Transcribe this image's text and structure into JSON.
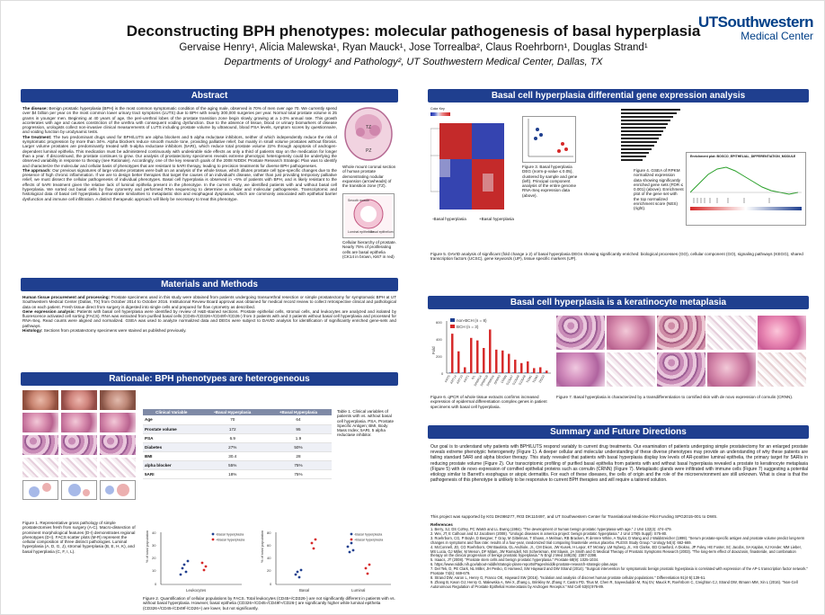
{
  "title": "Deconstructing BPH phenotypes: molecular pathogenesis of basal hyperplasia",
  "authors": "Gervaise Henry¹, Alicia Malewska¹, Ryan Mauck¹, Jose Torrealba², Claus Roehrborn¹, Douglas Strand¹",
  "affiliations": "Departments of Urology¹ and Pathology², UT Southwestern Medical Center, Dallas, TX",
  "logo": {
    "line1": "UTSouthwestern",
    "line2": "Medical Center"
  },
  "sections": {
    "abstract": "Abstract",
    "methods": "Materials and Methods",
    "rationale": "Rationale: BPH phenotypes are heterogeneous",
    "dge": "Basal cell hyperplasia differential gene expression analysis",
    "kera": "Basal cell hyperplasia is a keratinocyte metaplasia",
    "summary": "Summary and Future Directions"
  },
  "abstract": {
    "p1_lead": "The disease:",
    "p1": " Benign prostatic hyperplasia (BPH) is the most common symptomatic condition of the aging male, observed in 70% of men over age 70. We currently spend over $4 billion per year on the most common lower urinary tract symptoms (LUTS) due to BPH with nearly 300,000 surgeries per year. Normal total prostate volume is 25 grams in younger men. Beginning at 40 years of age, the peri-urethral lobes of the prostate transition zone begin slowly growing at a 1-3% annual rate. This growth accelerates with age and causes constriction of the urethra with consequent voiding dysfunction. Due to the absence of tissue, blood or urinary biomarkers of disease progression, urologists collect non-invasive clinical measurements of LUTS including prostate volume by ultrasound, blood PSA levels, symptom scores by questionnaire, and voiding function by urodynamic tests.",
    "p2_lead": "The treatment:",
    "p2": " The two predominant drugs used for BPH/LUTS are alpha blockers and 5 alpha reductase inhibitors, neither of which independently reduce the risk of symptomatic progression by more than 34%. Alpha blockers reduce smooth muscle tone, providing palliative relief, but mainly in small volume prostates without fibrosis. Larger volume prostates are predominantly treated with 5-alpha reductase inhibitors (5ARI), which reduce total prostate volume 22% through apoptosis of androgen-dependent luminal epithelia. This medication must be administered continuously with undesirable side effects as only a third of patients stay on the medication for longer than a year. If discontinued, the prostate continues to grow. Our analysis of prostatectomy specimens reveals extreme phenotypic heterogeneity could be underlying the observed variability in response to therapy (see Rationale). Accordingly, one of the key research goals of the 2008 NIDDK Prostate Research Strategic Plan was to identify and characterize the molecular and cellular basis of phenotypes that are resistant to 5ARI therapy, leading to precision treatments for diverse BPH pathogeneses.",
    "p3_lead": "The approach:",
    "p3": " Our previous signatures of large volume prostates were built on an analysis of the whole tissue, which dilutes prostate cell type-specific changes due to the presence of high chronic inflammation. If we are to design better therapies that target the causes of an individual's disease, rather than just providing temporary palliative relief, we must dissect the cellular pathogenesis of individual phenotypes. Basal cell hyperplasia is observed in ~5% of patients with BPH, and is likely resistant to the effects of 5ARI treatment given the relative lack of luminal epithelia present in the phenotype. In the current study, we identified patients with and without basal cell hyperplasia. We sorted out basal cells by flow cytometry and performed RNA sequencing to determine a cellular and molecular pathogenesis. Transcriptomic and histological data of basal cell hyperplasia demonstrate similarities to metaplastic skin and esophageal dysplasias, which are commonly associated with epithelial barrier dysfunction and immune cell infiltration. A distinct therapeutic approach will likely be necessary to treat this phenotype.",
    "fig_cap1": "Whole mount coronal section of human prostate demonstrating nodular expansion (arrowheads) of the transition zone (TZ).",
    "fig_cap2": "Cellular hierarchy of prostate. Nearly 75% of proliferating cells are basal epithelia (CK14 in brown, Ki67 in red)",
    "zone_labels": [
      "TZ",
      "PZ"
    ],
    "diagram_labels": [
      "Smooth muscle",
      "Luminal epithelium",
      "Basal epithelium"
    ]
  },
  "methods": {
    "p1_lead": "Human tissue procurement and processing:",
    "p1": " Prostate specimens used in this study were obtained from patients undergoing transurethral resection or simple prostatectomy for symptomatic BPH at UT Southwestern Medical Center (Dallas, TX) from October 2014 to October 2016. Institutional Review Board approval was obtained for medical record review to collect retrospective clinical and pathological data on each patient. Fresh tissue direct from surgery is digested into single cells and prepared for flow cytometry as described.",
    "p2_lead": "Gene expression analysis:",
    "p2": " Patients with basal cell hyperplasia were identified by review of H&E-stained sections. Prostate epithelial cells, stromal cells, and leukocytes are analyzed and isolated by fluorescence activated cell sorting (FACS). RNA was extracted from purified basal cells (CD45-/CD326+/CD49f+/CD26-) from 3 patients with and 3 patients without basal cell hyperplasia and processed for RNA-Seq. Read counts were aligned and normalized. GSEA was used to analyze normalized data and DEGs were subject to DAVID analysis for identification of significantly enriched gene-sets and pathways.",
    "p3_lead": "Histology:",
    "p3": " Sections from prostatectomy specimens were stained as published previously."
  },
  "rationale": {
    "fig1_cap": "Figure 1. Representative gross pathology of simple prostatectomies fresh from surgery (A-C). Macro-dissection of prominent morphological features (D-I) demonstrates regional phenotypes (D-I). FACS scatter plots (M-R) represent the cellular composition of three distinct pathologies. Luminal hyperplasia (A, D, G, J), stromal hyperplasia (B, E, H, K), and basal hyperplasia (C, F, I, L).",
    "gross_labels": [
      "Luminal hyperplasia",
      "Stromal hyperplasia",
      "Basal hyperplasia"
    ],
    "table_header": [
      "Clinical Variable",
      "•Basal Hyperplasia",
      "+Basal Hyperplasia"
    ],
    "table_rows": [
      [
        "Age",
        "70",
        "64"
      ],
      [
        "Prostate volume",
        "172",
        "95"
      ],
      [
        "PSA",
        "6.9",
        "1.9"
      ],
      [
        "Diabetes",
        "27%",
        "50%"
      ],
      [
        "BMI",
        "30.4",
        "28"
      ],
      [
        "alpha blocker",
        "55%",
        "75%"
      ],
      [
        "5ARI",
        "18%",
        "75%"
      ]
    ],
    "table_cap": "Table 1. Clinical variables of patients with vs. without basal cell hyperplasia. PSA, Prostate Specific Antigen; BMI, Body Mass Index; 5ARI, 5 alpha reductase inhibitor.",
    "fig2_cap": "Figure 2. Quantification of cellular populations by FACS. Total leukocytes (CD45+/CD326-) are not significantly different in patients with vs. without basal hyperplasia. However, basal epithelia (CD326+/CD45-/CD49f+/CD26-) are significantly higher while luminal epithelia (CD326+/CD45-/CD49f-/CD26+) are lower, but not significantly.",
    "fig3_cap": "Figure 3. Basal hyperplasia DEG (norm-p-value ≤ 0.05), clustered by sample and gene (left). Principal component analysis of the entire genome RNA-Seq expression data (above)."
  },
  "fig2_left": {
    "legend": [
      "-Basal hyperplasia",
      "+Basal hyperplasia"
    ],
    "ylabel": "% of total population",
    "xlabel": "Leukocytes",
    "ylim": [
      0,
      40
    ],
    "ticks": [
      "40",
      "30",
      "20",
      "10",
      "0"
    ]
  },
  "fig2_right": {
    "legend": [
      "-Basal hyperplasia",
      "+Basal hyperplasia"
    ],
    "ylabel": "% of total population",
    "categories": [
      "Basal",
      "Luminal"
    ],
    "ticks": [
      "80",
      "60",
      "40",
      "20",
      "0"
    ]
  },
  "dge": {
    "heat_legend": "Color Key",
    "pca_labels": [
      "-Basal hyperplasia",
      "+Basal hyperplasia"
    ],
    "fig4_cap": "Figure 4. GSEA of RPKM normalized expression data showing significantly enriched gene sets (FDR ≤ 0.001) (above). Enrichment plot of the gene set with the top normalized enrichment score (NES) (right).",
    "gsea_title": "Enrichment plot: BOSCO_EPITHELIAL_DIFFERENTIATION_MODULE",
    "fig5_cap": "Figure 5. DAVID analysis of significant (fold change ≥ 2) of basal hyperplasia DEGs showing significantly enriched: biological processes (GO), cellular component (GO), signaling pathways (KEGG), shared transcription factors (UCSC), gene keywords (UP), tissue specific markers (UP)."
  },
  "kera": {
    "legend": [
      "non-BCH (n = 8)",
      "BCH (n = 3)"
    ],
    "ylabel": "Fold",
    "genes": [
      "KRT5",
      "KRT14",
      "KRT10",
      "KRT1",
      "IVL",
      "SPRR1A",
      "SPRR1B",
      "SPRR2A",
      "SPRR3",
      "CRNN",
      "S100A7",
      "S100A8",
      "S100A9",
      "TGM1",
      "TGM3",
      "DSG3"
    ],
    "non_bch": [
      1.2,
      1.1,
      0.9,
      1.0,
      1.3,
      1.1,
      1.4,
      1.2,
      1.1,
      1.0,
      1.2,
      1.3,
      1.1,
      1.0,
      1.2,
      1.1
    ],
    "bch": [
      470,
      260,
      70,
      420,
      390,
      300,
      520,
      280,
      270,
      230,
      160,
      120,
      140,
      60,
      70,
      30
    ],
    "ylim": [
      0,
      600
    ],
    "ticks": [
      "600",
      "400",
      "200",
      "0"
    ],
    "fig6_cap": "Figure 6. qPCR of whole tissue extracts confirms increased expression of epidermal differentiation complex genes in patient specimens with basal cell hyperplasia.",
    "fig7_cap": "Figure 7. Basal hyperplasia is characterized by a transdifferentiation to cornified skin with de novo expression of cornulin (CRNN)."
  },
  "summary": {
    "body": "Our goal is to understand why patients with BPH/LUTS respond variably to current drug treatments. Our examination of patients undergoing simple prostatectomy for an enlarged prostate reveals extreme phenotypic heterogeneity (Figure 1). A deeper cellular and molecular understanding of these diverse phenotypes may provide an understanding of why these patients are failing standard 5ARI and alpha blocker therapy. This study revealed that patients with basal hyperplasia display low levels of AR-positive luminal epithelia, the primary target for 5ARIs in reducing prostate volume (Figure 2). Our transcriptomic profiling of purified basal epithelia from patients with and without basal hyperplasia revealed a prostate to keratinocyte metaplasia (Figure 5) with de novo expression of cornified epithelial proteins such as cornulin (CRNN) (Figure 7). Metaplastic glands were infiltrated with immune cells (Figure 7) suggesting a potential etiology similar to Barrett's esophagus or atopic dermatitis. For each of these diseases, the cells of origin and the role of the microenvironment are still unknown. What is clear is that the pathogenesis of this phenotype is unlikely to be responsive to current BPH therapies and will require a tailored solution.",
    "support": "This project was supported by K01 DK086277, R03 DK110497, and UT Southwestern Center for Translational Medicine Pilot Funding SPG2015-001 to DWS.",
    "refs_title": "References",
    "refs": [
      "1. Berry, SJ, DS Coffey, PC Walsh and LL Ewing (1984). \"The development of human benign prostatic hyperplasia with age.\" J Urol 132(3): 474-479.",
      "2. Wei, JT, E Calhoun and SJ Jacobsen (2008). \"Urologic diseases in america project: benign prostatic hyperplasia.\" J Urol 179(5 Suppl): S75-80.",
      "3. Roehrborn, CG, P Boyle, D Bergner, T Gray, M Gittelman, T Shown, A Melman, RB Bracken, R deVere White, A Taylor, D Wang and J Waldstreicher (1999). \"Serum prostate-specific antigen and prostate volume predict long-term changes in symptoms and flow rate: results of a four-year, randomized trial comparing finasteride versus placebo. PLESS Study Group.\" Urology 54(4): 662-669.",
      "4. McConnell, JD, CG Roehrborn, OM Bautista, GL Andriole, Jr., CM Dixon, JW Kusek, H Lepor, KT McVary, LM Nyberg, Jr., HS Clarke, ED Crawford, A Diokno, JP Foley, HE Foster, SC Jacobs, SA Kaplan, KJ Kreder, MM Lieber, MS Lucia, GJ Miller, M Menon, DF Milam, JW Ramsdell, NS Schenkman, KM Slawin, JA Smith and G Medical Therapy of Prostatic Symptoms Research (2003). \"The long-term effect of doxazosin, finasteride, and combination therapy on the clinical progression of benign prostatic hyperplasia.\" N Engl J Med 349(25): 2387-2398.",
      "5. Isaacs, JT (2008). \"Prostate stem cells and benign prostatic hyperplasia.\" Prostate 68(9): 1025-1034.",
      "6. https://www.niddk.nih.gov/about-niddk/strategic-plans-reports/Pages/niddk-prostate-research-strategic-plan.aspx",
      "7. Del Tek, D, PE Clark, NL Miller, JH Pesko, G Hameed, SW Hayward and DW Strand (2014). \"Surgical intervention for symptomatic benign prostatic hyperplasia is correlated with expression of the AP-1 transcription factor network.\" Prostate 74(6): 669-679.",
      "8. Strand DW, Aaron L, Henry G, Franco OE, Hayward SW (2016). \"Isolation and analysis of discreet human prostate cellular populations.\" Differentiation 91(4-5):139-51.",
      "9. Zhang B, Kwon OJ, Henry G, Malewska A, Wei X, Zhang L, Brinkley W, Zhang Y, Castro PD, Titus M, Chen R, Sayeeduddin M, Raj GV, Mauck R, Roehrborn C, Creighton CJ, Strand DW, Ittmann MM, Xin L (2016). \"Non-Cell Autonomous Regulation of Prostate Epithelial Homeostasis by Androgen Receptor.\" Mol Cell 63(6):976-89."
    ]
  }
}
